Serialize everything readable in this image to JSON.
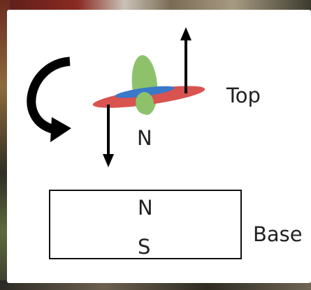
{
  "diagram": {
    "labels": {
      "top": "Top",
      "top_pole": "N",
      "base_north": "N",
      "base_south": "S",
      "base": "Base"
    },
    "colors": {
      "disc_red": "#d9534f",
      "disc_blue": "#3a78c8",
      "spindle_green": "#8dc26b",
      "arrow": "#000000"
    },
    "icons": [
      "rotation-arrow-icon",
      "up-arrow-icon",
      "down-arrow-icon"
    ]
  }
}
